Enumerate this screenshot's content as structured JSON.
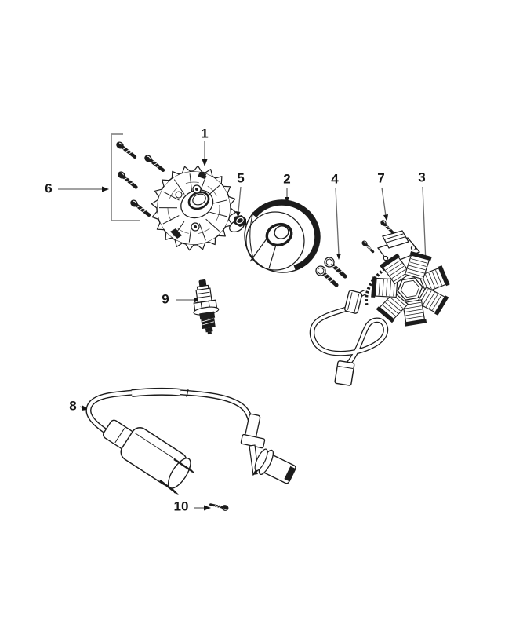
{
  "canvas": {
    "background": "#ffffff",
    "line_color": "#1c1c1c",
    "leader_color": "#6a6a6a"
  },
  "callouts": [
    {
      "num": "1"
    },
    {
      "num": "2"
    },
    {
      "num": "3"
    },
    {
      "num": "4"
    },
    {
      "num": "5"
    },
    {
      "num": "6"
    },
    {
      "num": "7"
    },
    {
      "num": "8"
    },
    {
      "num": "9"
    },
    {
      "num": "10"
    }
  ]
}
